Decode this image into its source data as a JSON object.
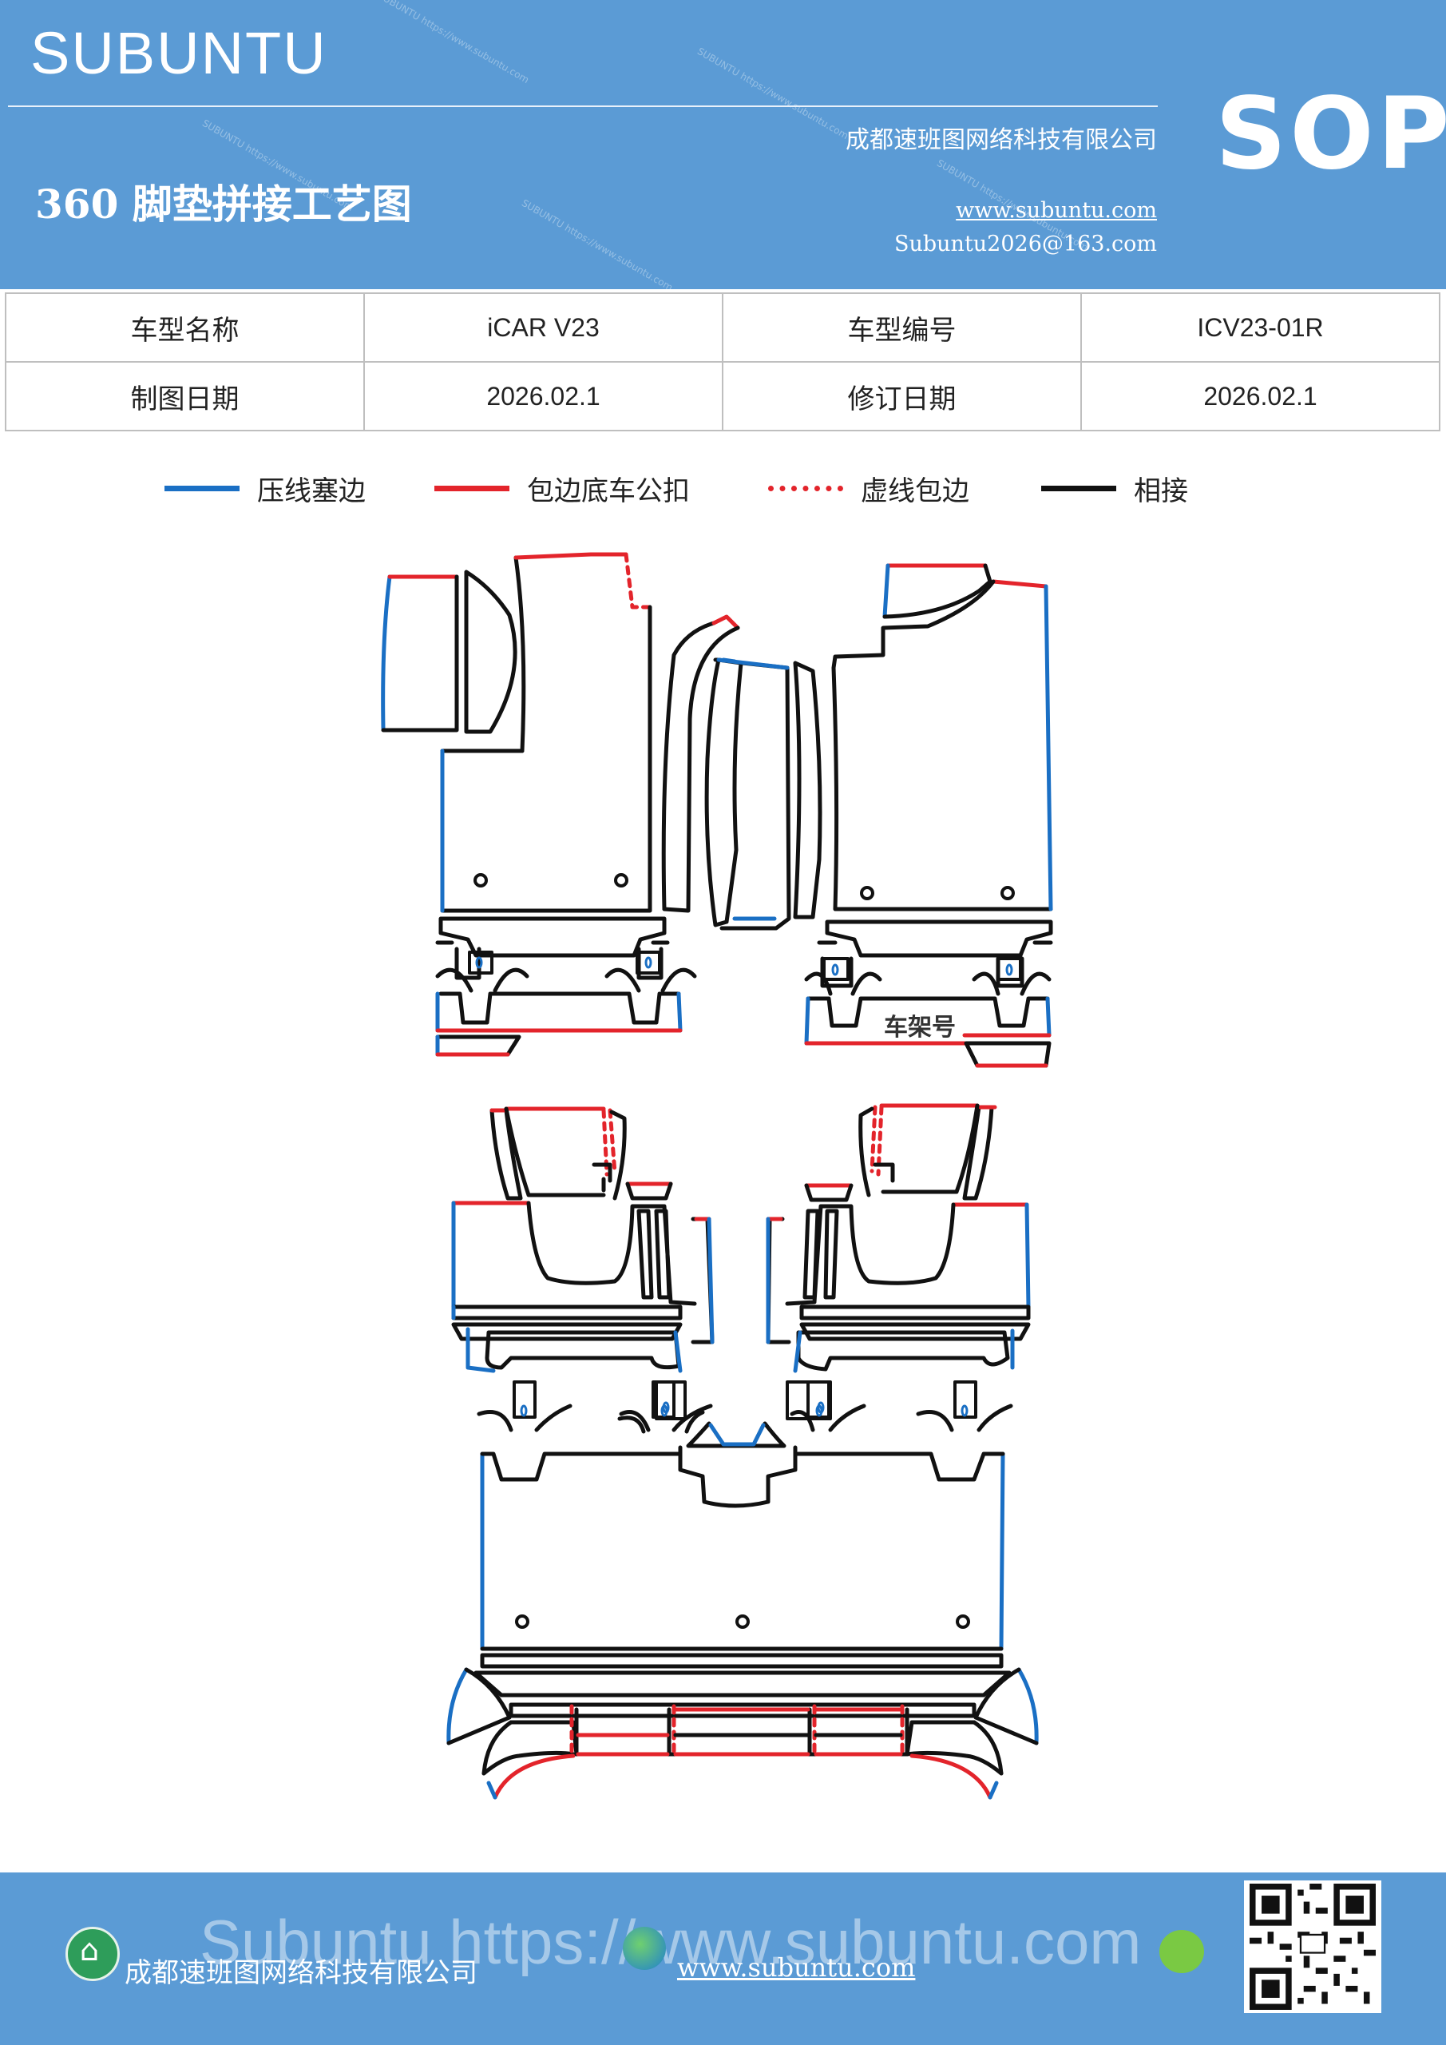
{
  "header": {
    "brand": "SUBUNTU",
    "company": "成都速班图网络科技有限公司",
    "doc_title": "360 脚垫拼接工艺图",
    "website": "www.subuntu.com",
    "email": "Subuntu2026@163.com",
    "badge": "SOP",
    "bg_color": "#5b9bd5"
  },
  "info_table": {
    "rows": [
      {
        "label1": "车型名称",
        "value1": "iCAR  V23",
        "label2": "车型编号",
        "value2": "ICV23-01R"
      },
      {
        "label1": "制图日期",
        "value1": "2026.02.1",
        "label2": "修订日期",
        "value2": "2026.02.1"
      }
    ]
  },
  "legend": [
    {
      "label": "压线塞边",
      "color": "#1a6fc4",
      "style": "solid"
    },
    {
      "label": "包边底车公扣",
      "color": "#e3242b",
      "style": "solid"
    },
    {
      "label": "虚线包边",
      "color": "#e3242b",
      "style": "dashed"
    },
    {
      "label": "相接",
      "color": "#111111",
      "style": "solid"
    }
  ],
  "diagram": {
    "label_frame_number": "车架号",
    "colors": {
      "blue": "#1a6fc4",
      "red": "#e3242b",
      "black": "#111111"
    }
  },
  "footer": {
    "company": "成都速班图网络科技有限公司",
    "website": "www.subuntu.com",
    "watermark": "Subuntu https://www.subuntu.com",
    "icons": [
      "building-icon",
      "globe-icon",
      "wechat-icon",
      "qr-code"
    ]
  }
}
